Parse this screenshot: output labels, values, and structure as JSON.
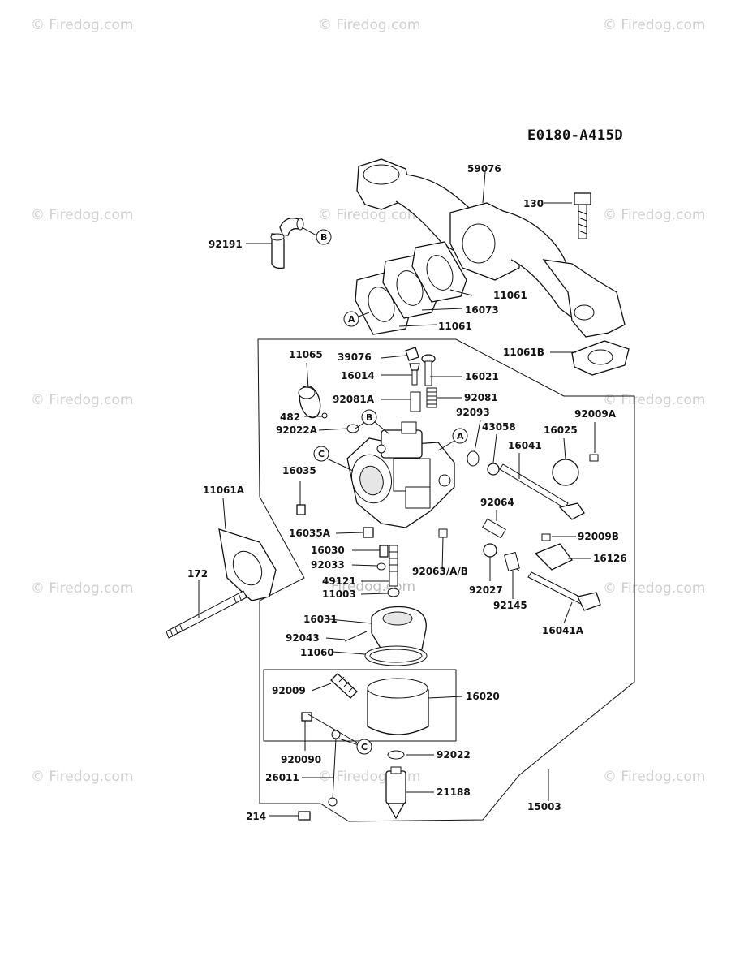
{
  "diagram_code": "E0180-A415D",
  "watermark": "© Firedog.com",
  "watermark_center": "Firedog.com",
  "callouts": [
    "A",
    "B",
    "C"
  ],
  "parts": {
    "p59076": "59076",
    "p130": "130",
    "p92191": "92191",
    "p11061_top": "11061",
    "p16073": "16073",
    "p11061_mid": "11061",
    "p11061B": "11061B",
    "p11065": "11065",
    "p39076": "39076",
    "p16014": "16014",
    "p16021": "16021",
    "p92081A": "92081A",
    "p92081": "92081",
    "p482": "482",
    "p92093": "92093",
    "p92009A": "92009A",
    "p92022A": "92022A",
    "p43058": "43058",
    "p16025": "16025",
    "p16041": "16041",
    "p16035": "16035",
    "p11061A": "11061A",
    "p92064": "92064",
    "p16035A": "16035A",
    "p92009B": "92009B",
    "p16030": "16030",
    "p16126": "16126",
    "p92033": "92033",
    "p92063": "92063/A/B",
    "p49121": "49121",
    "p11003": "11003",
    "p92027": "92027",
    "p92145": "92145",
    "p172": "172",
    "p16041A": "16041A",
    "p16031": "16031",
    "p92043": "92043",
    "p11060": "11060",
    "p92009": "92009",
    "p16020": "16020",
    "p920090": "920090",
    "p92022": "92022",
    "p26011": "26011",
    "p21188": "21188",
    "p15003": "15003",
    "p214": "214"
  }
}
